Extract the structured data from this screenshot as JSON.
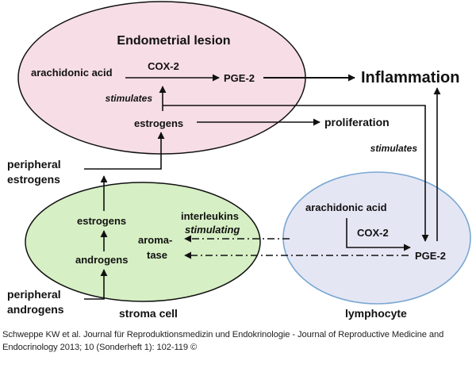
{
  "colors": {
    "lesion_fill": "#f7dde6",
    "stroma_fill": "#d6efc4",
    "lymphocyte_fill": "#e5e6f4",
    "lymphocyte_stroke": "#7aa8d2",
    "line": "#111111"
  },
  "lesion": {
    "title": "Endometrial lesion",
    "arachidonic_acid": "arachidonic acid",
    "cox2": "COX-2",
    "pge2": "PGE-2",
    "stimulates": "stimulates",
    "estrogens": "estrogens"
  },
  "outcomes": {
    "inflammation": "Inflammation",
    "proliferation": "proliferation",
    "stimulates": "stimulates"
  },
  "peripheral_estrogens": [
    "peripheral",
    "estrogens"
  ],
  "peripheral_androgens": [
    "peripheral",
    "androgens"
  ],
  "stroma": {
    "estrogens": "estrogens",
    "androgens": "androgens",
    "aromatase": [
      "aroma-",
      "tase"
    ],
    "interleukins": "interleukins",
    "stimulating": "stimulating",
    "label": "stroma cell"
  },
  "lymphocyte": {
    "arachidonic_acid": "arachidonic acid",
    "cox2": "COX-2",
    "pge2": "PGE-2",
    "label": "lymphocyte"
  },
  "caption": "Schweppe KW et al. Journal für Reproduktionsmedizin und Endokrinologie - Journal of Reproductive Medicine and Endocrinology 2013; 10 (Sonderheft 1): 102-119 ©"
}
